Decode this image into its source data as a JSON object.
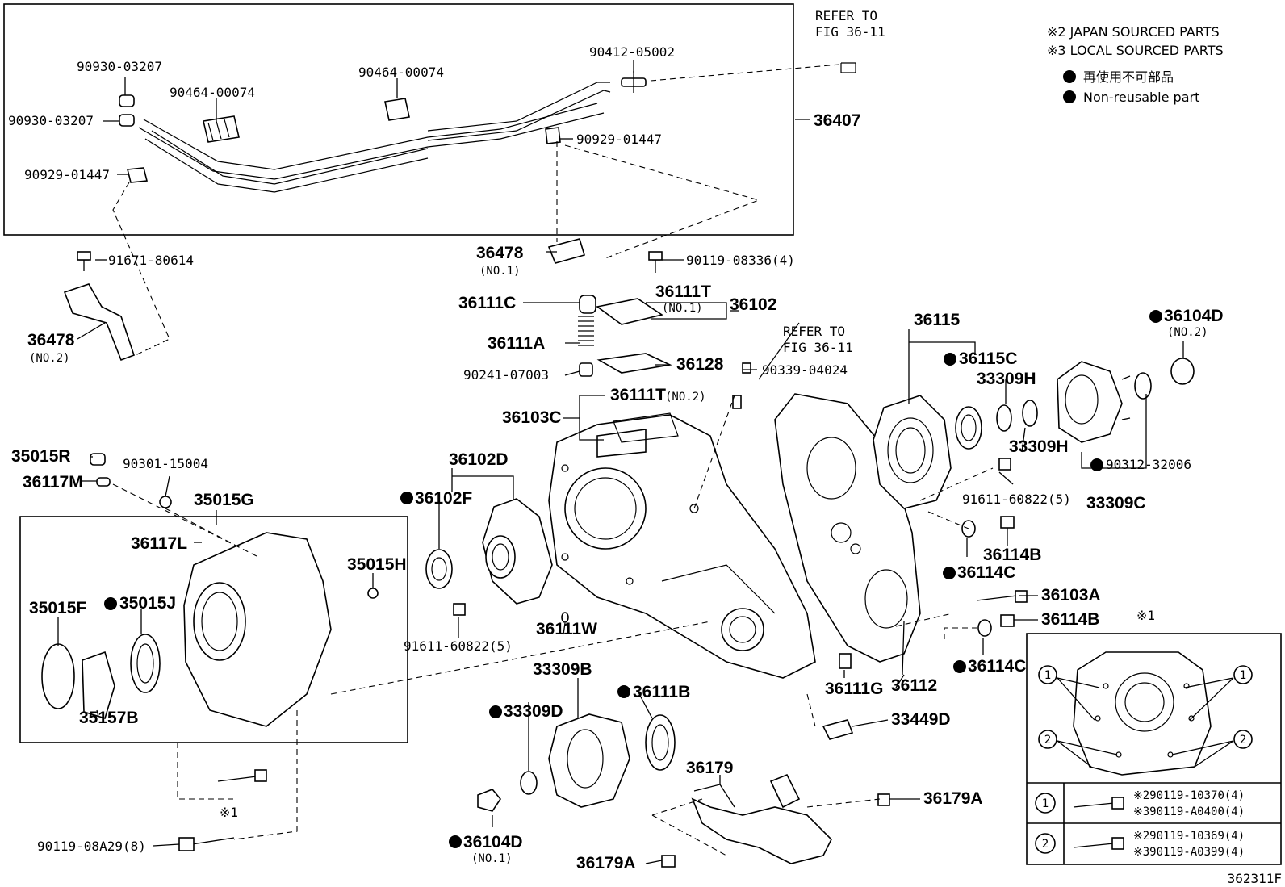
{
  "notes": {
    "line1": "※2 JAPAN SOURCED PARTS",
    "line2": "※3 LOCAL SOURCED PARTS",
    "line3": "再使用不可部品",
    "line4": "Non-reusable part"
  },
  "refer_top": [
    "REFER TO",
    "FIG 36-11"
  ],
  "refer_mid": [
    "REFER TO",
    "FIG 36-11"
  ],
  "figure_id": "362311F",
  "labels": {
    "p90930a": "90930-03207",
    "p90930b": "90930-03207",
    "p90464a": "90464-00074",
    "p90464b": "90464-00074",
    "p90412": "90412-05002",
    "p36407": "36407",
    "p90929a": "90929-01447",
    "p90929b": "90929-01447",
    "p91671": "91671-80614",
    "p36478no2": "36478",
    "no2a": "(NO.2)",
    "p36478no1": "36478",
    "no1a": "(NO.1)",
    "p90119_08336": "90119-08336(4)",
    "p36111C": "36111C",
    "p36111T1": "36111T",
    "no1b": "(NO.1)",
    "p36102": "36102",
    "p36111A": "36111A",
    "p36128": "36128",
    "p90241": "90241-07003",
    "p90339": "90339-04024",
    "p36111T2": "36111T",
    "no2b": "(NO.2)",
    "p36103C": "36103C",
    "p36115": "36115",
    "p36115C": "36115C",
    "p33309H1": "33309H",
    "p33309H2": "33309H",
    "p36104D2": "36104D",
    "no2c": "(NO.2)",
    "p90312": "90312-32006",
    "p33309C": "33309C",
    "p91611a": "91611-60822(5)",
    "p36114B1": "36114B",
    "p36114C1": "36114C",
    "p36103A": "36103A",
    "p36114B2": "36114B",
    "p36114C2": "36114C",
    "p36112": "36112",
    "p36111G": "36111G",
    "p33449D": "33449D",
    "p35015R": "35015R",
    "p90301": "90301-15004",
    "p36117M": "36117M",
    "p35015G": "35015G",
    "p36102D": "36102D",
    "p36102F": "36102F",
    "p36117L": "36117L",
    "p35015H": "35015H",
    "p35015F": "35015F",
    "p35015J": "35015J",
    "p35157B": "35157B",
    "p91611b": "91611-60822(5)",
    "p36111W": "36111W",
    "p33309B": "33309B",
    "p33309D": "33309D",
    "p36111B": "36111B",
    "p36179": "36179",
    "p36179A1": "36179A",
    "p36179A2": "36179A",
    "p36104D1": "36104D",
    "no1c": "(NO.1)",
    "p90119_08A29": "90119-08A29(8)",
    "x1a": "※1",
    "x1b": "※1"
  },
  "legend_table": {
    "rows": [
      {
        "num": "1",
        "a": "※290119-10370(4)",
        "b": "※390119-A0400(4)"
      },
      {
        "num": "2",
        "a": "※290119-10369(4)",
        "b": "※390119-A0399(4)"
      }
    ]
  }
}
